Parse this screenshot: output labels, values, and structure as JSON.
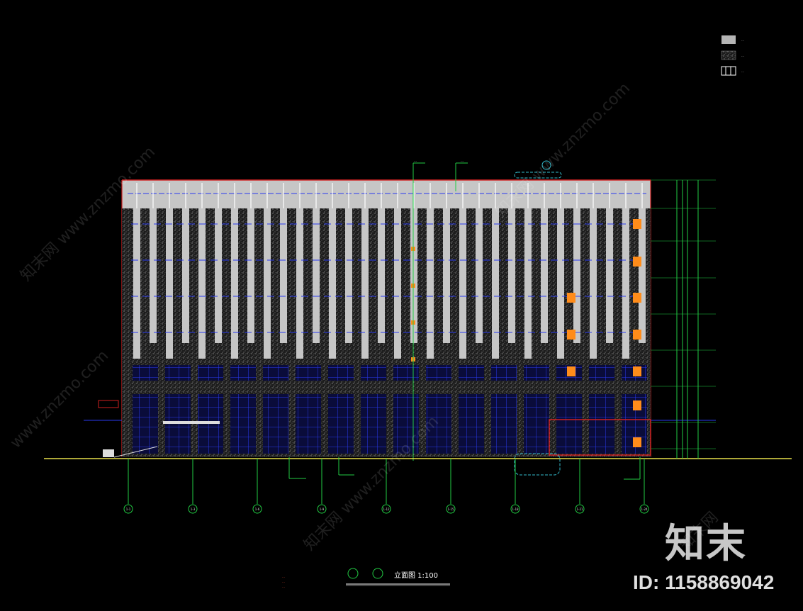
{
  "drawing": {
    "title": "立面图 1:100",
    "grid_bubbles": [
      "1-1",
      "1-3",
      "1-6",
      "1-9",
      "1-12",
      "1-15",
      "1-18",
      "1-21",
      "1-24"
    ],
    "legend": [
      {
        "name": "legend-solid-gray",
        "label": "…",
        "swatch": "gray"
      },
      {
        "name": "legend-granite",
        "label": "…",
        "swatch": "granite"
      },
      {
        "name": "legend-glazing",
        "label": "…",
        "swatch": "glazing"
      }
    ],
    "notes": [
      "…",
      "…",
      "…"
    ]
  },
  "colors": {
    "background": "#000000",
    "facade_band": "#c6c6c6",
    "granite": "#1d1d1d",
    "glazing": "#1c2ad8",
    "accent_orange": "#ff8c1a",
    "outline_red": "#d02020",
    "grid_green": "#22cc44",
    "ground_yellow": "#e8e04a",
    "callout_cyan": "#33bbcc"
  },
  "watermark": {
    "site": "www.znzmo.com",
    "brand_cn": "知末",
    "brand_cn_watermark": "知末网",
    "id_text": "ID: 1158869042"
  }
}
